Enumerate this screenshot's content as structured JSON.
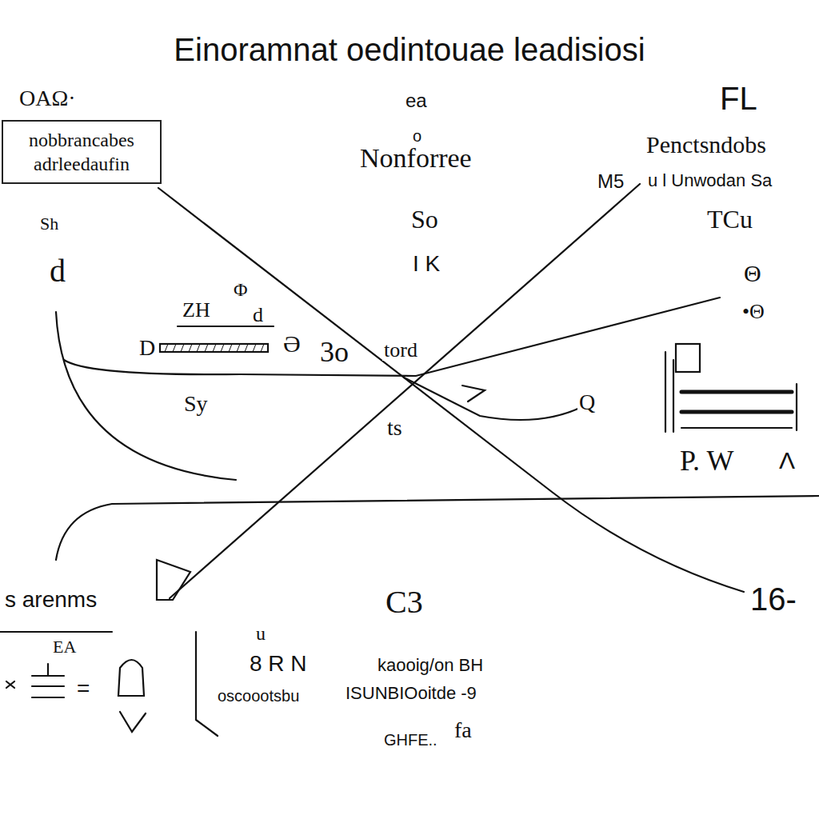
{
  "diagram": {
    "title": "Einoramnat oedintouae leadisiosi",
    "nodes": [
      {
        "text": [
          "nobbrancabes adrleedaufin"
        ]
      }
    ],
    "labels": [
      "OAΩ·",
      "Sh",
      "d",
      "ZH",
      "Φ",
      "d",
      "D",
      "Ə",
      "ea",
      "o",
      "Nonforree",
      "So",
      "I K",
      "FL",
      "Penctsndobs",
      "M5",
      "u l Unwodan Sa",
      "TCu",
      "Θ",
      "•Θ",
      "3o",
      "tord",
      "ts",
      "Sy",
      "P. W",
      "Λ",
      "s arenms",
      "EA",
      "C3",
      "u",
      "8 R N",
      "kaooig/on BH",
      "oscoootsbu",
      "ISUNBIOoitde -9",
      "GHFE..",
      "fa",
      "16-",
      "Q",
      "="
    ]
  }
}
